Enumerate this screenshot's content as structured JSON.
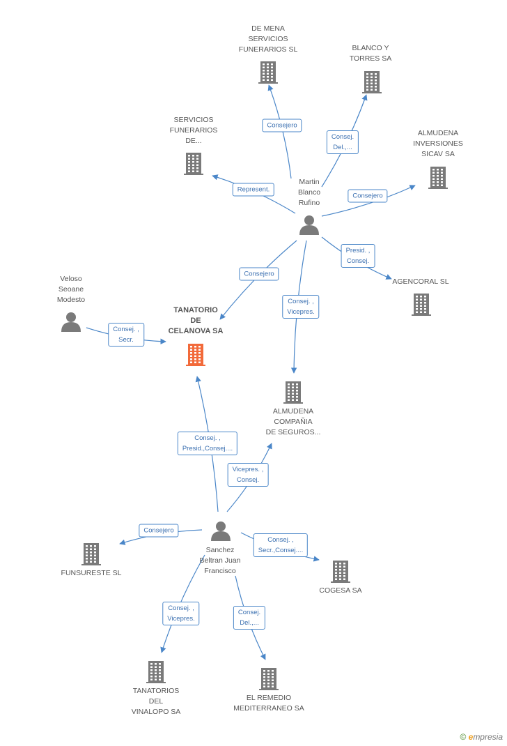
{
  "colors": {
    "edge": "#4a86c8",
    "node_gray": "#7a7a7a",
    "node_focus": "#f26a3a",
    "edge_label_text": "#3a6fb0"
  },
  "nodes": [
    {
      "id": "de_mena",
      "kind": "company",
      "label": "DE MENA\nSERVICIOS\nFUNERARIOS SL"
    },
    {
      "id": "blanco_torres",
      "kind": "company",
      "label": "BLANCO Y\nTORRES SA"
    },
    {
      "id": "servicios_funerarios",
      "kind": "company",
      "label": "SERVICIOS\nFUNERARIOS\nDE..."
    },
    {
      "id": "almudena_inv",
      "kind": "company",
      "label": "ALMUDENA\nINVERSIONES\nSICAV SA"
    },
    {
      "id": "martin",
      "kind": "person",
      "label": "Martin\nBlanco\nRufino"
    },
    {
      "id": "agencoral",
      "kind": "company",
      "label": "AGENCORAL  SL"
    },
    {
      "id": "veloso",
      "kind": "person",
      "label": "Veloso\nSeoane\nModesto"
    },
    {
      "id": "tanatorio",
      "kind": "company",
      "focus": true,
      "label": "TANATORIO\nDE\nCELANOVA SA"
    },
    {
      "id": "almudena_seg",
      "kind": "company",
      "label": "ALMUDENA\nCOMPAÑIA\nDE SEGUROS..."
    },
    {
      "id": "sanchez",
      "kind": "person",
      "label": "Sanchez\nBeltran Juan\nFrancisco"
    },
    {
      "id": "funsureste",
      "kind": "company",
      "label": "FUNSURESTE  SL"
    },
    {
      "id": "cogesa",
      "kind": "company",
      "label": "COGESA SA"
    },
    {
      "id": "tanatorios_vin",
      "kind": "company",
      "label": "TANATORIOS\nDEL\nVINALOPO SA"
    },
    {
      "id": "el_remedio",
      "kind": "company",
      "label": "EL REMEDIO\nMEDITERRANEO SA"
    }
  ],
  "edges": [
    {
      "from": "martin",
      "to": "de_mena",
      "label": "Consejero"
    },
    {
      "from": "martin",
      "to": "blanco_torres",
      "label": "Consej.\nDel.,..."
    },
    {
      "from": "martin",
      "to": "servicios_funerarios",
      "label": "Represent."
    },
    {
      "from": "martin",
      "to": "almudena_inv",
      "label": "Consejero"
    },
    {
      "from": "martin",
      "to": "agencoral",
      "label": "Presid. ,\nConsej."
    },
    {
      "from": "martin",
      "to": "tanatorio",
      "label": "Consejero"
    },
    {
      "from": "martin",
      "to": "almudena_seg",
      "label": "Consej. ,\nVicepres."
    },
    {
      "from": "veloso",
      "to": "tanatorio",
      "label": "Consej. ,\nSecr."
    },
    {
      "from": "sanchez",
      "to": "tanatorio",
      "label": "Consej. ,\nPresid.,Consej...."
    },
    {
      "from": "sanchez",
      "to": "almudena_seg",
      "label": "Vicepres. ,\nConsej."
    },
    {
      "from": "sanchez",
      "to": "funsureste",
      "label": "Consejero"
    },
    {
      "from": "sanchez",
      "to": "cogesa",
      "label": "Consej. ,\nSecr.,Consej...."
    },
    {
      "from": "sanchez",
      "to": "tanatorios_vin",
      "label": "Consej. ,\nVicepres."
    },
    {
      "from": "sanchez",
      "to": "el_remedio",
      "label": "Consej.\nDel.,..."
    }
  ],
  "watermark": {
    "symbol": "©",
    "initial": "e",
    "rest": "mpresia"
  }
}
